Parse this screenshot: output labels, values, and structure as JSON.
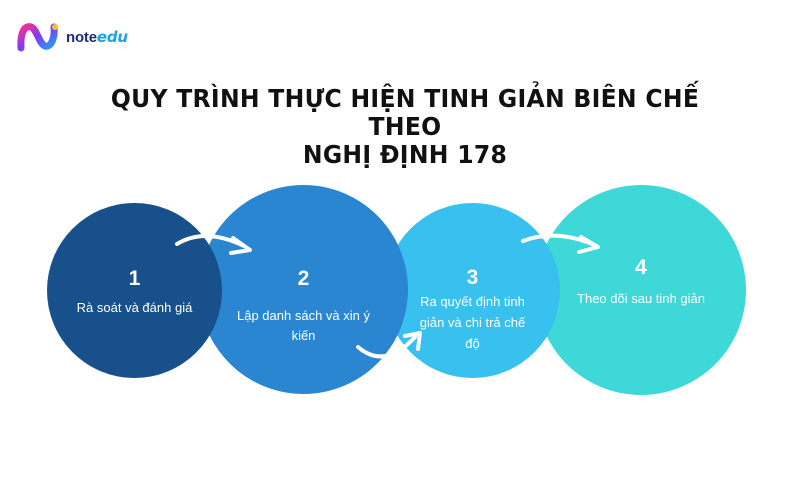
{
  "logo": {
    "part1": "note",
    "part2": "edu"
  },
  "title": {
    "line1": "QUY TRÌNH THỰC HIỆN TINH GIẢN BIÊN CHẾ THEO",
    "line2": "NGHỊ ĐỊNH 178"
  },
  "steps": [
    {
      "number": "1",
      "label": "Rà soát và đánh giá",
      "color": "#17508a"
    },
    {
      "number": "2",
      "label": "Lập danh sách và xin ý kiến",
      "color": "#2b86d2"
    },
    {
      "number": "3",
      "label": "Ra quyết định tinh giản và chi trả chế độ",
      "color": "#38c1ee"
    },
    {
      "number": "4",
      "label": "Theo dõi sau tinh giản",
      "color": "#3ed8d8"
    }
  ],
  "arrow_icons": [
    "curved-arrow-icon",
    "curved-arrow-icon",
    "curved-arrow-icon"
  ]
}
